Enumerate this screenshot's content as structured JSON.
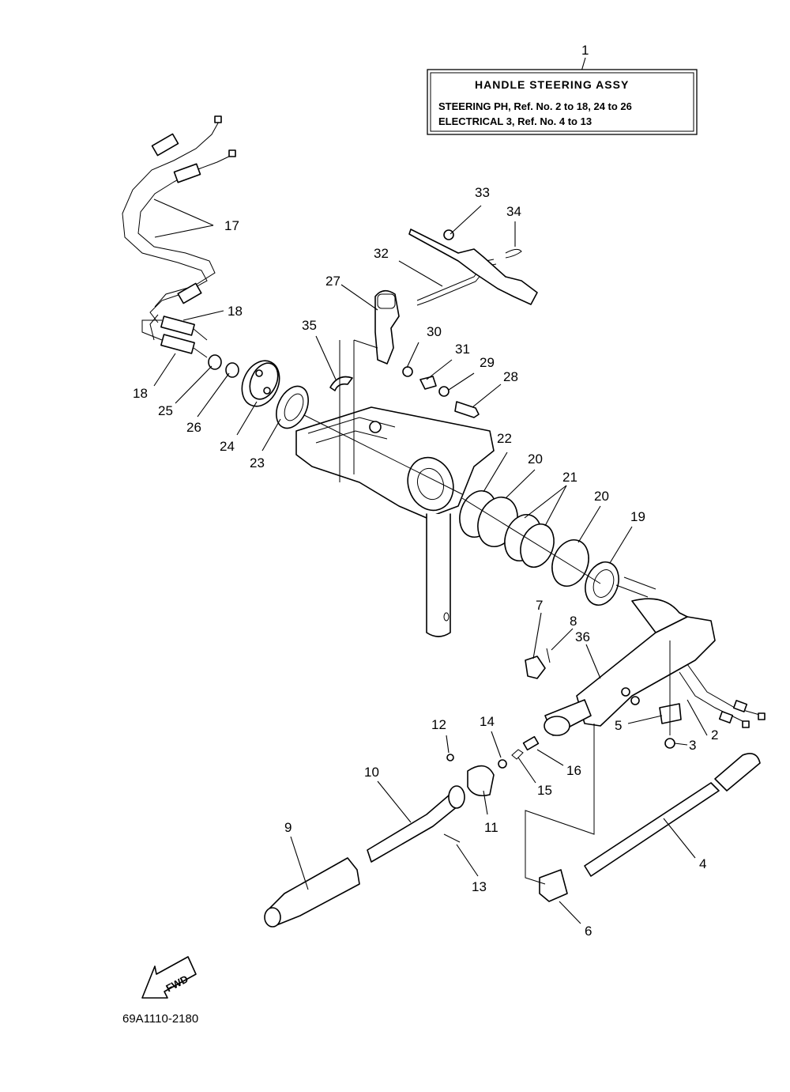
{
  "assembly_box": {
    "ref": "1",
    "title": "HANDLE STEERING ASSY",
    "line1": "STEERING PH,  Ref. No. 2 to 18, 24 to 26",
    "line2": "ELECTRICAL 3, Ref. No. 4 to 13"
  },
  "callouts": [
    "2",
    "3",
    "4",
    "5",
    "6",
    "7",
    "8",
    "9",
    "10",
    "11",
    "12",
    "13",
    "14",
    "15",
    "16",
    "17",
    "18",
    "18",
    "19",
    "20",
    "20",
    "21",
    "22",
    "23",
    "24",
    "25",
    "26",
    "27",
    "28",
    "29",
    "30",
    "31",
    "32",
    "33",
    "34",
    "35",
    "36"
  ],
  "fwd_label": "FWD",
  "diagram_code": "69A1110-2180"
}
